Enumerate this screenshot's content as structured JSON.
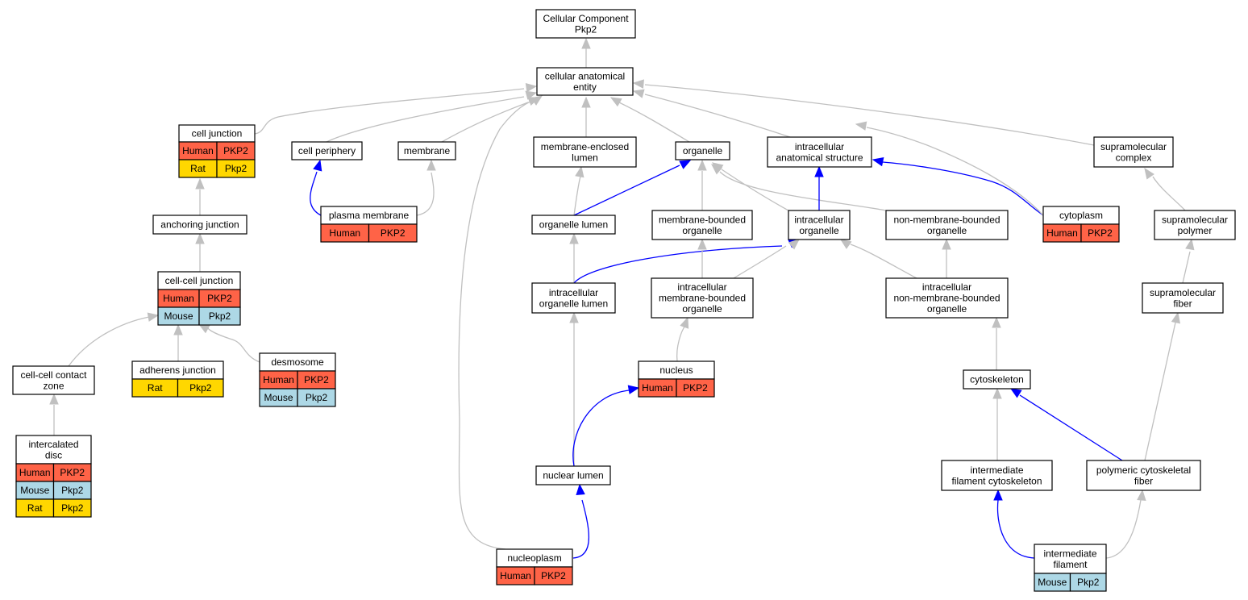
{
  "colors": {
    "human": "#ff6347",
    "mouse": "#add8e6",
    "rat": "#ffd700",
    "is_a_edge": "#c0c0c0",
    "part_of_edge": "#0000ff",
    "node_border": "#000000"
  },
  "nodes": {
    "root": {
      "lines": [
        "Cellular Component",
        "Pkp2"
      ]
    },
    "cae": {
      "lines": [
        "cellular anatomical",
        "entity"
      ]
    },
    "cell_junction": {
      "lines": [
        "cell junction"
      ],
      "annotations": [
        [
          "Human",
          "PKP2"
        ],
        [
          "Rat",
          "Pkp2"
        ]
      ]
    },
    "cell_periphery": {
      "lines": [
        "cell periphery"
      ]
    },
    "membrane": {
      "lines": [
        "membrane"
      ]
    },
    "mel": {
      "lines": [
        "membrane-enclosed",
        "lumen"
      ]
    },
    "organelle": {
      "lines": [
        "organelle"
      ]
    },
    "ias": {
      "lines": [
        "intracellular",
        "anatomical structure"
      ]
    },
    "smc": {
      "lines": [
        "supramolecular",
        "complex"
      ]
    },
    "anchoring": {
      "lines": [
        "anchoring junction"
      ]
    },
    "plasma_membrane": {
      "lines": [
        "plasma membrane"
      ],
      "annotations": [
        [
          "Human",
          "PKP2"
        ]
      ]
    },
    "org_lumen": {
      "lines": [
        "organelle lumen"
      ]
    },
    "mbo": {
      "lines": [
        "membrane-bounded",
        "organelle"
      ]
    },
    "intra_org": {
      "lines": [
        "intracellular",
        "organelle"
      ]
    },
    "nmbo": {
      "lines": [
        "non-membrane-bounded",
        "organelle"
      ]
    },
    "cytoplasm": {
      "lines": [
        "cytoplasm"
      ],
      "annotations": [
        [
          "Human",
          "PKP2"
        ]
      ]
    },
    "smp": {
      "lines": [
        "supramolecular",
        "polymer"
      ]
    },
    "ccj": {
      "lines": [
        "cell-cell junction"
      ],
      "annotations": [
        [
          "Human",
          "PKP2"
        ],
        [
          "Mouse",
          "Pkp2"
        ]
      ]
    },
    "iol": {
      "lines": [
        "intracellular",
        "organelle lumen"
      ]
    },
    "imbo": {
      "lines": [
        "intracellular",
        "membrane-bounded",
        "organelle"
      ]
    },
    "inmbo": {
      "lines": [
        "intracellular",
        "non-membrane-bounded",
        "organelle"
      ]
    },
    "smf": {
      "lines": [
        "supramolecular",
        "fiber"
      ]
    },
    "desmosome": {
      "lines": [
        "desmosome"
      ],
      "annotations": [
        [
          "Human",
          "PKP2"
        ],
        [
          "Mouse",
          "Pkp2"
        ]
      ]
    },
    "cccz": {
      "lines": [
        "cell-cell contact",
        "zone"
      ]
    },
    "adherens": {
      "lines": [
        "adherens junction"
      ],
      "annotations": [
        [
          "Rat",
          "Pkp2"
        ]
      ]
    },
    "nucleus": {
      "lines": [
        "nucleus"
      ],
      "annotations": [
        [
          "Human",
          "PKP2"
        ]
      ]
    },
    "cytoskeleton": {
      "lines": [
        "cytoskeleton"
      ]
    },
    "icd": {
      "lines": [
        "intercalated",
        "disc"
      ],
      "annotations": [
        [
          "Human",
          "PKP2"
        ],
        [
          "Mouse",
          "Pkp2"
        ],
        [
          "Rat",
          "Pkp2"
        ]
      ]
    },
    "nuclear_lumen": {
      "lines": [
        "nuclear lumen"
      ]
    },
    "ifc": {
      "lines": [
        "intermediate",
        "filament cytoskeleton"
      ]
    },
    "pcf": {
      "lines": [
        "polymeric cytoskeletal",
        "fiber"
      ]
    },
    "nucleoplasm": {
      "lines": [
        "nucleoplasm"
      ],
      "annotations": [
        [
          "Human",
          "PKP2"
        ]
      ]
    },
    "if": {
      "lines": [
        "intermediate",
        "filament"
      ],
      "annotations": [
        [
          "Mouse",
          "Pkp2"
        ]
      ]
    }
  }
}
